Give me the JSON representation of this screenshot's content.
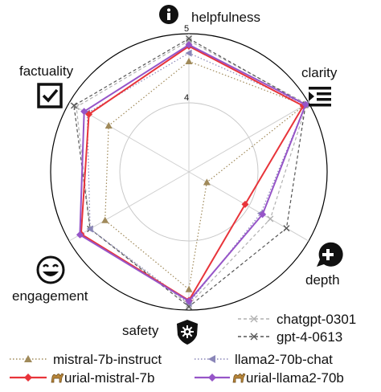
{
  "chart_data": {
    "type": "radar",
    "axes": [
      "helpfulness",
      "clarity",
      "depth",
      "safety",
      "engagement",
      "factuality"
    ],
    "axis_icons": [
      "info-icon",
      "align-right-icon",
      "plus-bubble-icon",
      "shield-icon",
      "smile-icon",
      "checkbox-icon"
    ],
    "rlim": [
      3.0,
      5.0
    ],
    "ticks": [
      {
        "value": 4,
        "label": "4"
      },
      {
        "value": 5,
        "label": "5"
      }
    ],
    "grid": "circular",
    "series": [
      {
        "name": "chatgpt-0301",
        "color": "#b0b0b0",
        "line": "dashed",
        "marker": "x",
        "values": [
          4.9,
          4.97,
          4.36,
          4.92,
          4.65,
          4.88
        ]
      },
      {
        "name": "gpt-4-0613",
        "color": "#555555",
        "line": "dashed",
        "marker": "x",
        "values": [
          4.93,
          4.95,
          4.63,
          4.95,
          4.65,
          4.92
        ]
      },
      {
        "name": "mistral-7b-instruct",
        "color": "#a08a5a",
        "line": "dotted",
        "marker": "triangle-up",
        "values": [
          4.6,
          4.93,
          3.3,
          4.7,
          4.4,
          4.34
        ]
      },
      {
        "name": "llama2-70b-chat",
        "color": "#8a86b8",
        "line": "dotted",
        "marker": "triangle-left",
        "values": [
          4.72,
          4.95,
          4.2,
          4.9,
          4.65,
          4.7
        ]
      },
      {
        "name": "urial-mistral-7b",
        "color": "#e8343a",
        "line": "solid",
        "marker": "diamond",
        "values": [
          4.82,
          4.91,
          3.94,
          4.86,
          4.8,
          4.67
        ]
      },
      {
        "name": "urial-llama2-70b",
        "color": "#9655c8",
        "line": "solid",
        "marker": "diamond",
        "values": [
          4.84,
          4.95,
          4.23,
          4.87,
          4.82,
          4.75
        ]
      }
    ],
    "legend": {
      "placement": "bottom",
      "rows": [
        [
          "chatgpt-0301",
          "gpt-4-0613"
        ],
        [
          "mistral-7b-instruct",
          "llama2-70b-chat"
        ],
        [
          "urial-mistral-7b",
          "urial-llama2-70b"
        ]
      ],
      "urial_badge_icon": "camel-icon"
    }
  }
}
